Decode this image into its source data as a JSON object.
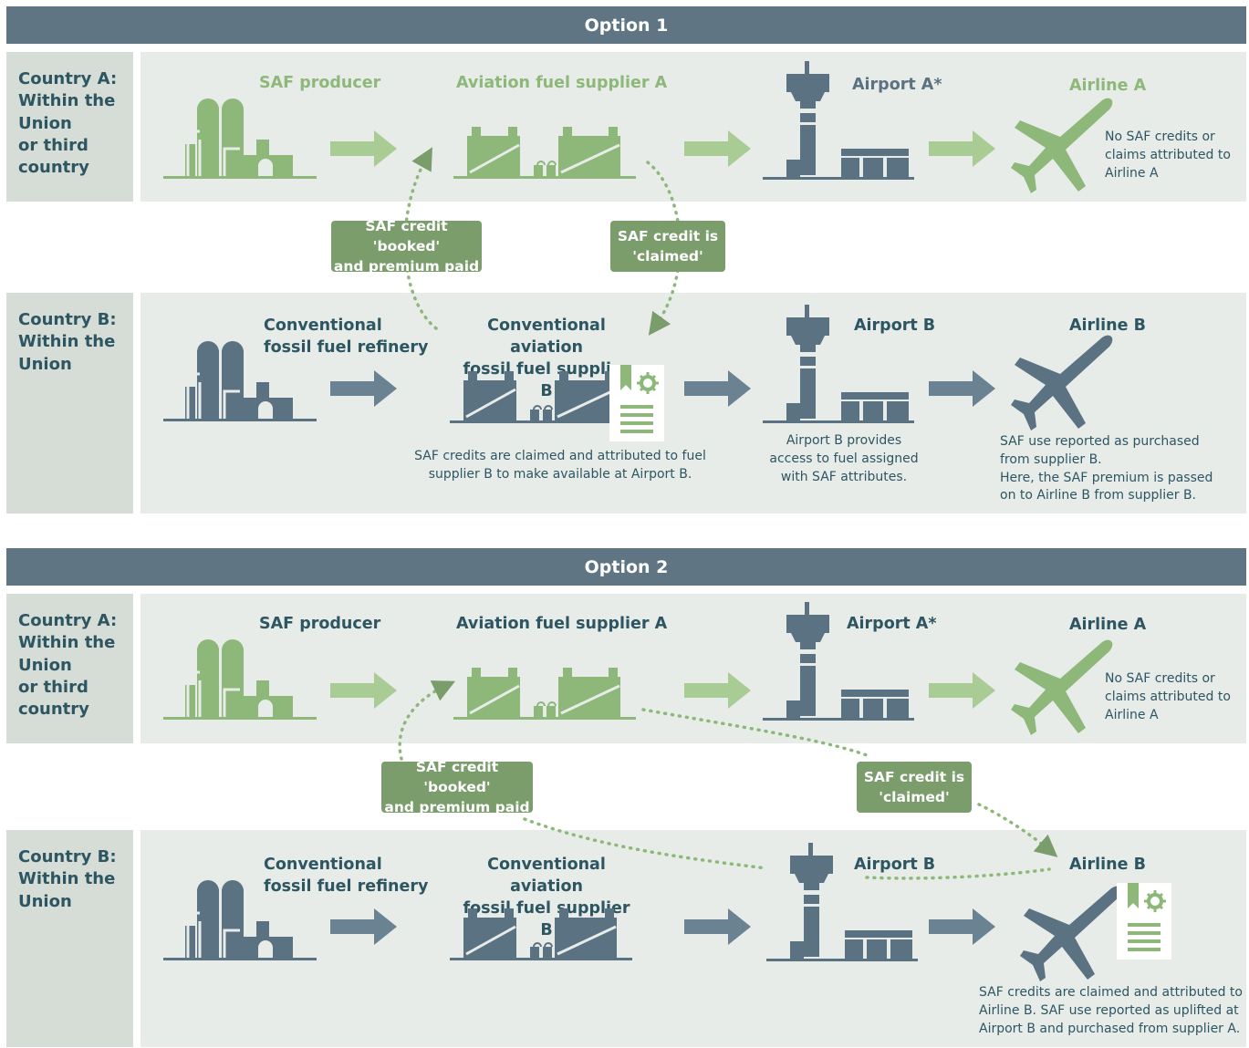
{
  "options": [
    {
      "header": "Option 1",
      "country_a_label": "Country A:\nWithin the\nUnion\nor third\ncountry",
      "country_b_label": "Country B:\nWithin the\nUnion",
      "row_a": {
        "saf_producer": "SAF producer",
        "fuel_supplier": "Aviation fuel supplier A",
        "airport": "Airport A*",
        "airline": "Airline A",
        "airline_note": "No SAF credits or\nclaims attributed to\nAirline A"
      },
      "row_b": {
        "refinery": "Conventional\nfossil fuel refinery",
        "fuel_supplier": "Conventional aviation\nfossil fuel supplier B",
        "supplier_note": "SAF credits are claimed and attributed to fuel\nsupplier B to make available at Airport B.",
        "airport": "Airport B",
        "airport_note": "Airport B provides\naccess to fuel assigned\nwith SAF attributes.",
        "airline": "Airline B",
        "airline_note": "SAF use reported as purchased\nfrom supplier B.\nHere, the SAF premium is passed\non to Airline B from supplier B."
      },
      "callout_booked": "SAF credit 'booked'\nand premium paid",
      "callout_claimed": "SAF credit is\n'claimed'"
    },
    {
      "header": "Option 2",
      "country_a_label": "Country A:\nWithin the\nUnion\nor third\ncountry",
      "country_b_label": "Country B:\nWithin the\nUnion",
      "row_a": {
        "saf_producer": "SAF producer",
        "fuel_supplier": "Aviation fuel supplier A",
        "airport": "Airport A*",
        "airline": "Airline A",
        "airline_note": "No SAF credits or\nclaims attributed to\nAirline A"
      },
      "row_b": {
        "refinery": "Conventional\nfossil fuel refinery",
        "fuel_supplier": "Conventional aviation\nfossil fuel supplier B",
        "airport": "Airport B",
        "airline": "Airline B",
        "airline_note": "SAF credits are claimed and attributed to\nAirline B. SAF use reported as uplifted at\nAirport B and purchased from supplier A."
      },
      "callout_booked": "SAF credit 'booked'\nand premium paid",
      "callout_claimed": "SAF credit is\n'claimed'"
    }
  ],
  "colors": {
    "green": "#8db87a",
    "green_light": "#a9cc95",
    "slate": "#5b7282",
    "navy_text": "#2d5562",
    "header": "#5f7584",
    "band": "#e8ece9",
    "label_box": "#d5ddd6",
    "callout": "#7a9d6b"
  },
  "icons": [
    "refinery-icon",
    "fuel-tanks-icon",
    "control-tower-icon",
    "airplane-icon",
    "certificate-icon",
    "arrow-right-icon"
  ]
}
